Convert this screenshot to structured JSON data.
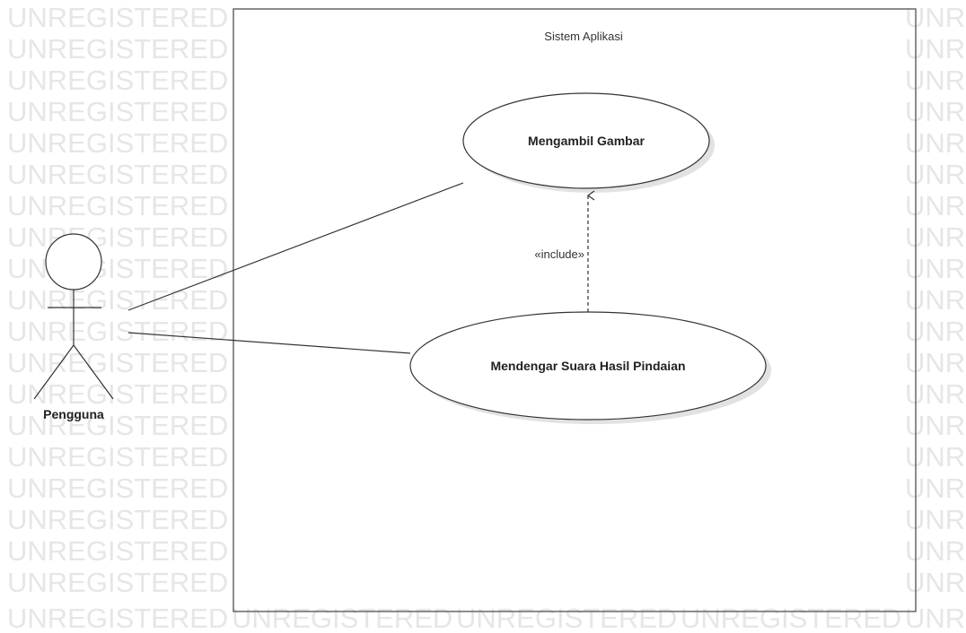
{
  "watermark": {
    "text": "UNREGISTERED",
    "color": "#e6e6e6"
  },
  "system": {
    "title": "Sistem Aplikasi"
  },
  "actor": {
    "name": "Pengguna"
  },
  "use_cases": [
    {
      "id": "uc1",
      "label": "Mengambil Gambar"
    },
    {
      "id": "uc2",
      "label": "Mendengar Suara Hasil Pindaian"
    }
  ],
  "relations": [
    {
      "type": "association",
      "from": "actor",
      "to": "uc1"
    },
    {
      "type": "association",
      "from": "actor",
      "to": "uc2"
    },
    {
      "type": "include",
      "from": "uc2",
      "to": "uc1",
      "label": "«include»"
    }
  ],
  "colors": {
    "line": "#333333",
    "shadow": "#e2e2e2",
    "text": "#222222"
  }
}
